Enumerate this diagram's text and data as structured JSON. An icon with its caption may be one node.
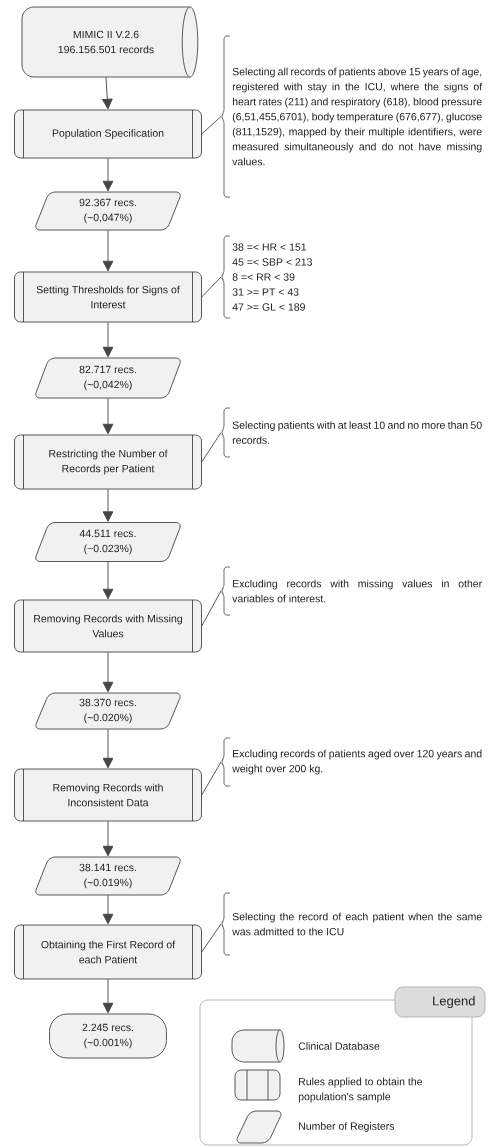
{
  "diagram": {
    "nodes": [
      {
        "text": [
          "MIMIC II V.2.6",
          "196.156.501 records"
        ]
      },
      {
        "text": [
          "Population Specification"
        ]
      },
      {
        "text": [
          "92.367 recs.",
          "(~0,047%)"
        ]
      },
      {
        "text": [
          "Setting Thresholds for Signs of Interest"
        ]
      },
      {
        "text": [
          "82.717 recs.",
          "(~0,042%)"
        ]
      },
      {
        "text": [
          "Restricting the Number of Records per Patient"
        ]
      },
      {
        "text": [
          "44.511 recs.",
          "(~0.023%)"
        ]
      },
      {
        "text": [
          "Removing Records with Missing Values"
        ]
      },
      {
        "text": [
          "38.370 recs.",
          "(~0.020%)"
        ]
      },
      {
        "text": [
          "Removing Records with Inconsistent Data"
        ]
      },
      {
        "text": [
          "38.141 recs.",
          "(~0.019%)"
        ]
      },
      {
        "text": [
          "Obtaining the First Record of each Patient"
        ]
      },
      {
        "text": [
          "2.245 recs.",
          "(~0.001%)"
        ]
      },
      {
        "text": [
          "Selecting all records of patients above 15 years of age, registered with stay in the ICU, where the signs of heart rates (211) and respiratory (618), blood pressure (6,51,455,6701), body temperature (676,677), glucose (811,1529), mapped by their multiple identifiers, were measured simultaneously and do not have missing values."
        ]
      },
      {
        "text": [
          "38 =< HR < 151",
          "45 =< SBP < 213",
          "8 =< RR < 39",
          "31 >= PT < 43",
          "47 >= GL < 189"
        ]
      },
      {
        "text": [
          "Selecting patients with at least 10 and no more than 50 records."
        ]
      },
      {
        "text": [
          "Excluding records with missing values in other variables of interest."
        ]
      },
      {
        "text": [
          "Excluding records of patients aged over 120 years and weight over 200 kg."
        ]
      },
      {
        "text": [
          "Selecting the record of each patient when the same was admitted to the ICU"
        ]
      }
    ],
    "edges": [
      {
        "from": 0,
        "to": 1,
        "arrow": "to"
      },
      {
        "from": 1,
        "to": 2,
        "arrow": "to"
      },
      {
        "from": 2,
        "to": 3,
        "arrow": "to"
      },
      {
        "from": 3,
        "to": 4,
        "arrow": "to"
      },
      {
        "from": 4,
        "to": 5,
        "arrow": "to"
      },
      {
        "from": 5,
        "to": 6,
        "arrow": "to"
      },
      {
        "from": 6,
        "to": 7,
        "arrow": "to"
      },
      {
        "from": 7,
        "to": 8,
        "arrow": "to"
      },
      {
        "from": 8,
        "to": 9,
        "arrow": "to"
      },
      {
        "from": 9,
        "to": 10,
        "arrow": "to"
      },
      {
        "from": 10,
        "to": 11,
        "arrow": "to"
      },
      {
        "from": 11,
        "to": 12,
        "arrow": "to"
      },
      {
        "from": 13,
        "to": 1,
        "arrow": "none"
      },
      {
        "from": 14,
        "to": 3,
        "arrow": "none"
      },
      {
        "from": 15,
        "to": 5,
        "arrow": "none"
      },
      {
        "from": 16,
        "to": 7,
        "arrow": "none"
      },
      {
        "from": 17,
        "to": 9,
        "arrow": "none"
      },
      {
        "from": 18,
        "to": 11,
        "arrow": "none"
      }
    ],
    "labels": [
      "Legend"
    ],
    "legend": [
      {
        "text": "Clinical Database"
      },
      {
        "text": "Rules applied to obtain the population's sample"
      },
      {
        "text": "Number of Registers"
      }
    ]
  }
}
